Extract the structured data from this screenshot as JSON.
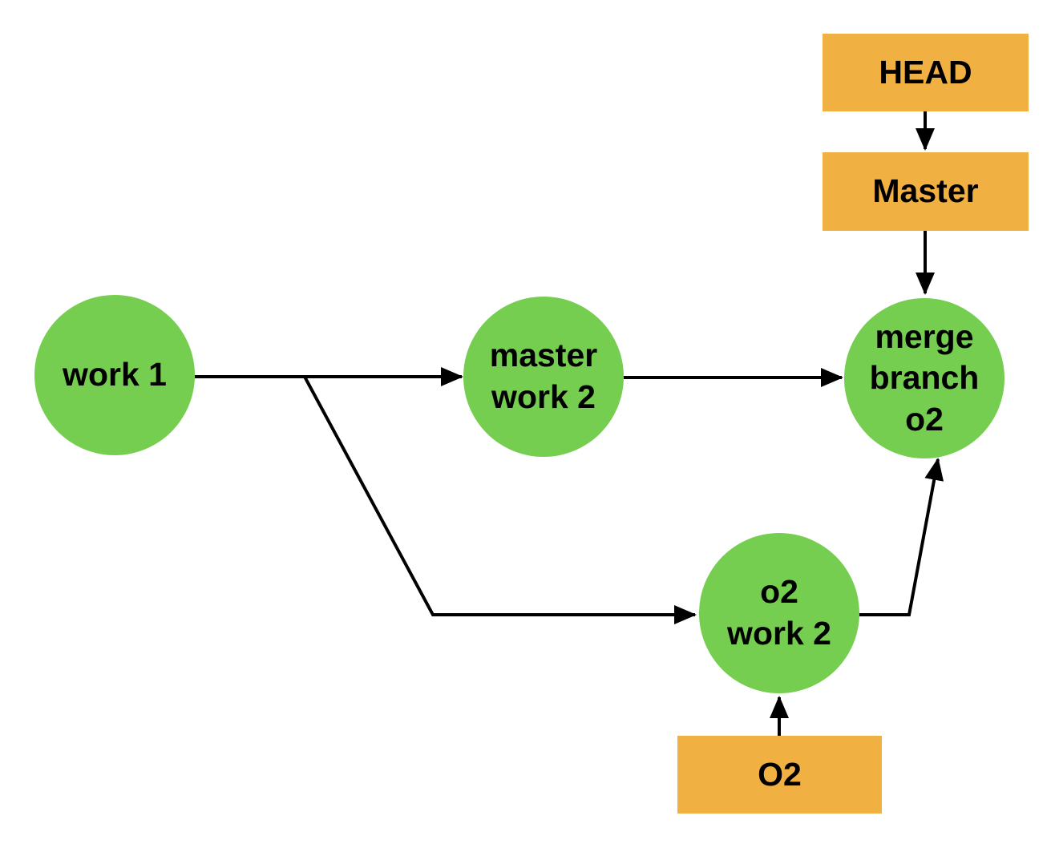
{
  "colors": {
    "node_green": "#76CE50",
    "ref_orange": "#F0B042",
    "arrow": "#000000",
    "text": "#000000",
    "background": "#FFFFFF"
  },
  "nodes": {
    "work1": {
      "label": "work 1"
    },
    "master_work2": {
      "label": "master\nwork 2"
    },
    "merge_branch_o2": {
      "label": "merge\nbranch\no2"
    },
    "o2_work2": {
      "label": "o2\nwork 2"
    }
  },
  "refs": {
    "head": {
      "label": "HEAD"
    },
    "master": {
      "label": "Master"
    },
    "o2": {
      "label": "O2"
    }
  }
}
